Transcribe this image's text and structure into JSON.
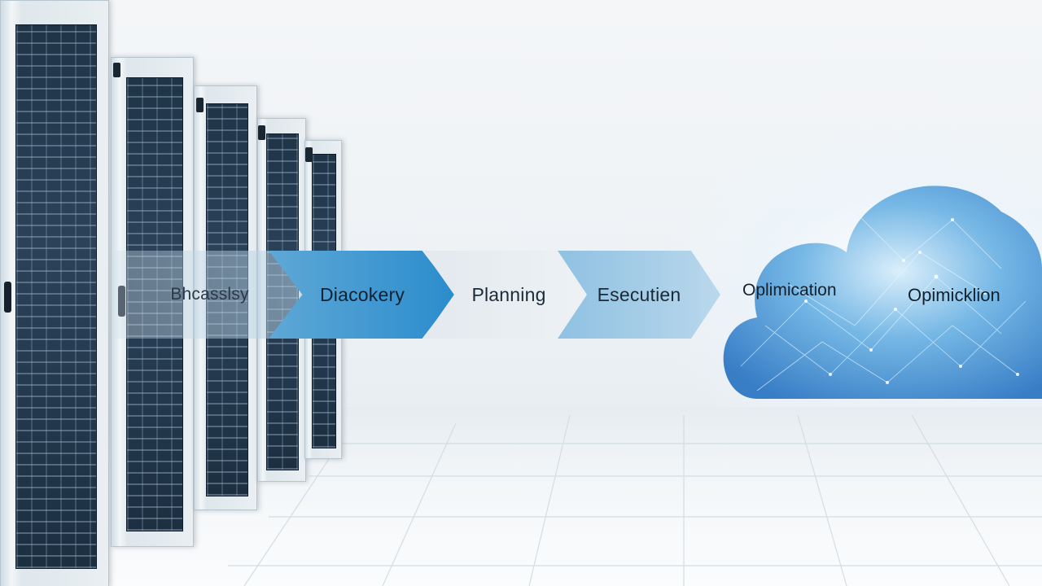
{
  "scene": {
    "description_tags": [
      "server-racks",
      "process-arrows",
      "cloud"
    ],
    "colors": {
      "accent_blue": "#2b8ccc",
      "light_blue": "#8fc1e2",
      "cloud_blue": "#3f8fd0",
      "rack_door": "#1f3447"
    }
  },
  "process": {
    "steps": [
      {
        "label": "Bhcasslsy"
      },
      {
        "label": "Diacokery"
      },
      {
        "label": "Planning"
      },
      {
        "label": "Esecutien"
      },
      {
        "label": "Oplimication"
      },
      {
        "label": "Opimicklion"
      }
    ]
  }
}
